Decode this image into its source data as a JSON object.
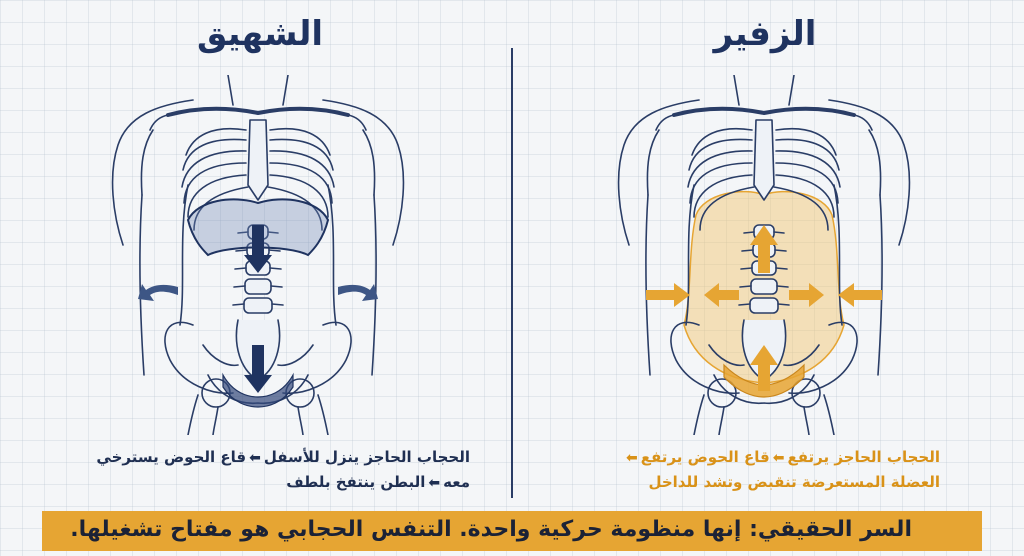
{
  "titles": {
    "inhale": "الشهيق",
    "exhale": "الزفير"
  },
  "captions": {
    "inhale": {
      "line1_part1": "الحجاب الحاجز ينزل للأسفل",
      "line1_part2": "قاع الحوض يسترخي",
      "line2_part1": "معه",
      "line2_part2": "البطن ينتفخ بلطف"
    },
    "exhale": {
      "line1_part1": "الحجاب الحاجز يرتفع",
      "line1_part2": "قاع الحوض يرتفع",
      "line2": "العضلة المستعرضة تنقبض وتشد للداخل"
    }
  },
  "banner": {
    "text": "السر الحقيقي: إنها منظومة حركية واحدة. التنفس الحجابي هو مفتاح تشغيلها."
  },
  "colors": {
    "navy": "#1f3360",
    "orange": "#e6a533",
    "orange_text": "#d99218",
    "outline": "#2a3d66"
  },
  "icons": {
    "caption_arrow": "arrow-left-icon",
    "motion_arrow": "arrow-icon",
    "skeleton": "skeleton-torso-icon"
  }
}
